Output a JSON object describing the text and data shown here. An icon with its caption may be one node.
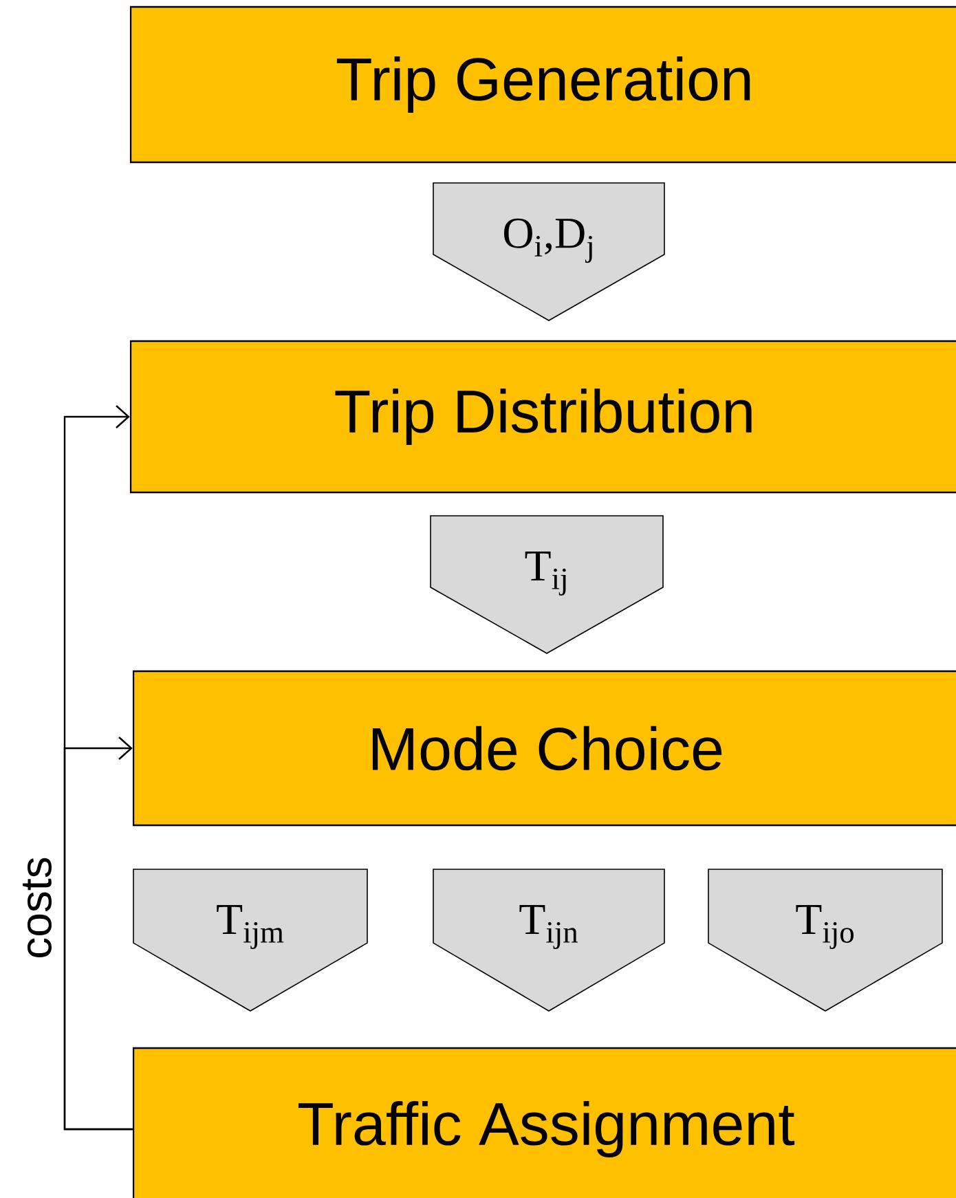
{
  "diagram": {
    "nodes": [
      {
        "text": [
          "Trip Generation"
        ]
      },
      {
        "text": [
          "O$_{i}$,D$_{j}$"
        ]
      },
      {
        "text": [
          "Trip Distribution"
        ]
      },
      {
        "text": [
          "T$_{ij}$"
        ]
      },
      {
        "text": [
          "Mode Choice"
        ]
      },
      {
        "text": [
          "T$_{ijm}$"
        ]
      },
      {
        "text": [
          "T$_{ijn}$"
        ]
      },
      {
        "text": [
          "T$_{ijo}$"
        ]
      },
      {
        "text": [
          "Traffic Assignment"
        ]
      }
    ],
    "edges": [
      {
        "from": 8,
        "to": 2,
        "arrow": "to",
        "label": "costs"
      },
      {
        "from": 8,
        "to": 4,
        "arrow": "to"
      }
    ]
  }
}
